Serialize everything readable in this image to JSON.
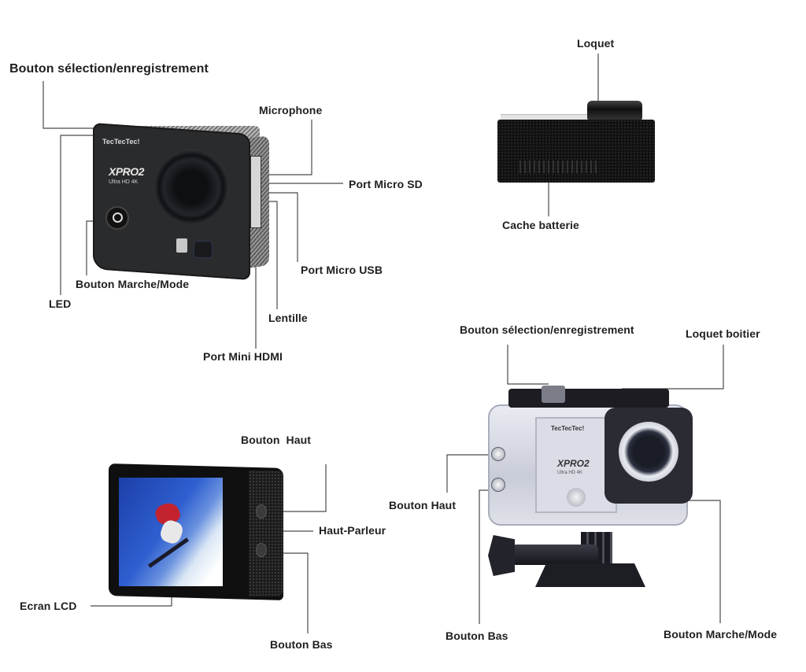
{
  "diagram": {
    "language": "fr",
    "subject": "Action camera component diagram",
    "colors": {
      "background": "#ffffff",
      "label_text": "#1f1f1f",
      "leader_line": "#4a4a4a",
      "camera_body": "#2a2b2d",
      "housing": "#d9dce6",
      "lcd_sky": "#2f5fd0",
      "skier_jacket": "#c3232e"
    },
    "views": [
      {
        "id": "front-view",
        "description": "Camera front 3/4 view",
        "camera_branding": {
          "logo": "TecTecTec!",
          "model": "XPRO2",
          "subtitle": "Ultra HD 4K"
        },
        "labels": [
          "Bouton sélection/enregistrement",
          "Microphone",
          "Port Micro SD",
          "Port Micro USB",
          "Bouton Marche/Mode",
          "LED",
          "Lentille",
          "Port Mini HDMI"
        ]
      },
      {
        "id": "side-view",
        "description": "Camera side view",
        "labels": [
          "Loquet",
          "Cache batterie"
        ]
      },
      {
        "id": "rear-view",
        "description": "Camera rear view with LCD",
        "labels": [
          "Bouton  Haut",
          "Haut-Parleur",
          "Ecran LCD",
          "Bouton Bas"
        ]
      },
      {
        "id": "housing-view",
        "description": "Camera in waterproof housing with mount",
        "camera_branding": {
          "logo": "TecTecTec!",
          "model": "XPRO2",
          "subtitle": "Ultra HD 4K"
        },
        "labels": [
          "Bouton sélection/enregistrement",
          "Loquet boitier",
          "Bouton Haut",
          "Bouton Bas",
          "Bouton Marche/Mode"
        ]
      }
    ]
  }
}
